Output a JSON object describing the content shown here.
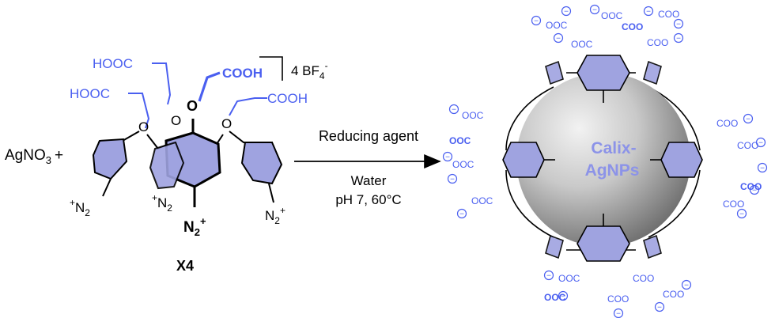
{
  "colors": {
    "acid_blue": "#4a5ff0",
    "ring_fill": "#9fa3e0",
    "sphere_light": "#e6e6e6",
    "sphere_dark": "#6e6e6e",
    "label_blue": "#8c93e8"
  },
  "reactant": {
    "agno3_main": "AgNO",
    "agno3_sub": "3",
    "plus": "+"
  },
  "molecule": {
    "acid_top_left": "HOOC",
    "acid_top_bold": "COOH",
    "acid_mid_left": "HOOC",
    "acid_right": "COOH",
    "oxygen": "O",
    "counterion_prefix": "4 BF",
    "counterion_sub": "4",
    "counterion_sup": "-",
    "diazonium_main": "N",
    "diazonium_sub": "2",
    "diazonium_sup": "+",
    "diazonium_plus_prefix": "+",
    "compound_label": "X4"
  },
  "arrow": {
    "above": "Reducing agent",
    "below_line1": "Water",
    "below_line2": "pH 7, 60°C"
  },
  "product": {
    "label_line1": "Calix-",
    "label_line2": "AgNPs",
    "carboxylate": "COO",
    "carboxylate_rev": "OOC",
    "charge": "−"
  }
}
